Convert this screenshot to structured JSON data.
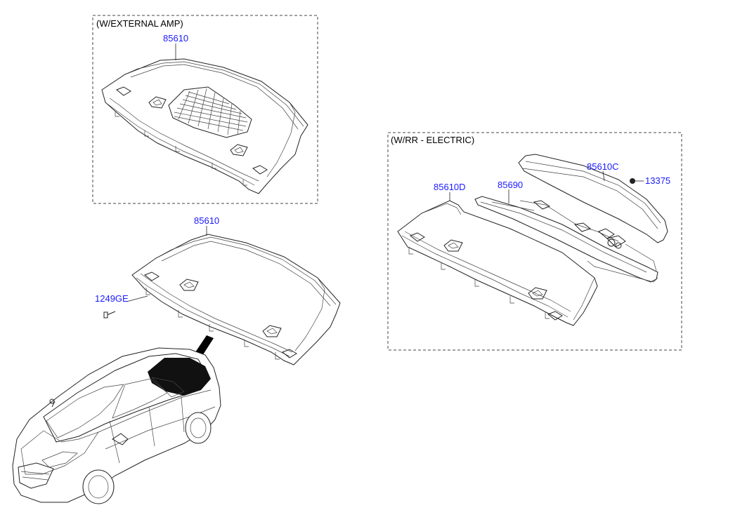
{
  "frames": {
    "external_amp": {
      "title": "(W/EXTERNAL AMP)"
    },
    "rr_electric": {
      "title": "(W/RR - ELECTRIC)"
    }
  },
  "labels": {
    "amp_panel": "85610",
    "main_panel": "85610",
    "screw": "1249GE",
    "electric_panel": "85610D",
    "electric_cover": "85610C",
    "electric_mechanism": "85690",
    "electric_clip": "13375"
  },
  "colors": {
    "label": "#1a1aff",
    "outline": "#222222",
    "frame": "#444444"
  }
}
